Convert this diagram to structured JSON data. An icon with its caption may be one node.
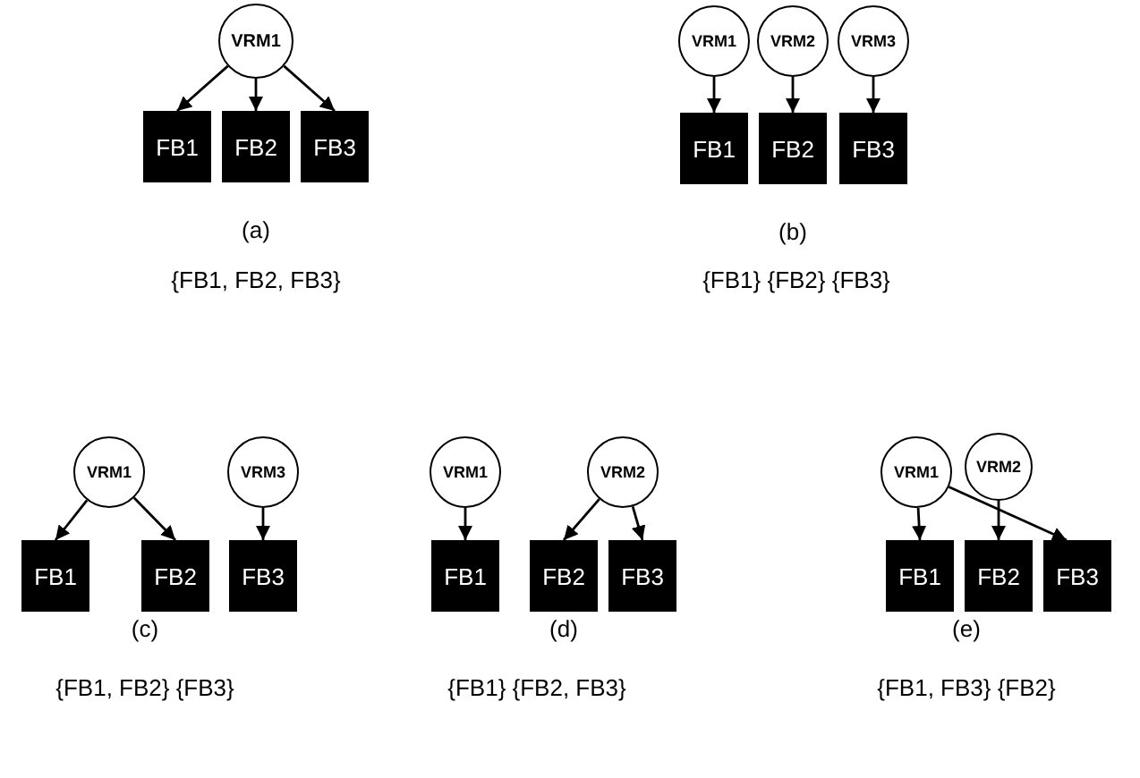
{
  "diagram": {
    "nodes": [
      {
        "text": [
          "VRM1"
        ]
      },
      {
        "text": [
          "FB1"
        ]
      },
      {
        "text": [
          "FB2"
        ]
      },
      {
        "text": [
          "FB3"
        ]
      },
      {
        "text": [
          "VRM1"
        ]
      },
      {
        "text": [
          "VRM2"
        ]
      },
      {
        "text": [
          "VRM3"
        ]
      },
      {
        "text": [
          "FB1"
        ]
      },
      {
        "text": [
          "FB2"
        ]
      },
      {
        "text": [
          "FB3"
        ]
      },
      {
        "text": [
          "VRM1"
        ]
      },
      {
        "text": [
          "VRM3"
        ]
      },
      {
        "text": [
          "FB1"
        ]
      },
      {
        "text": [
          "FB2"
        ]
      },
      {
        "text": [
          "FB3"
        ]
      },
      {
        "text": [
          "VRM1"
        ]
      },
      {
        "text": [
          "VRM2"
        ]
      },
      {
        "text": [
          "FB1"
        ]
      },
      {
        "text": [
          "FB2"
        ]
      },
      {
        "text": [
          "FB3"
        ]
      },
      {
        "text": [
          "VRM1"
        ]
      },
      {
        "text": [
          "VRM2"
        ]
      },
      {
        "text": [
          "FB1"
        ]
      },
      {
        "text": [
          "FB2"
        ]
      },
      {
        "text": [
          "FB3"
        ]
      }
    ],
    "edges": [
      {
        "from": 0,
        "to": 1,
        "arrow": "to"
      },
      {
        "from": 0,
        "to": 2,
        "arrow": "to"
      },
      {
        "from": 0,
        "to": 3,
        "arrow": "to"
      },
      {
        "from": 4,
        "to": 7,
        "arrow": "to"
      },
      {
        "from": 5,
        "to": 8,
        "arrow": "to"
      },
      {
        "from": 6,
        "to": 9,
        "arrow": "to"
      },
      {
        "from": 10,
        "to": 12,
        "arrow": "to"
      },
      {
        "from": 10,
        "to": 13,
        "arrow": "to"
      },
      {
        "from": 11,
        "to": 14,
        "arrow": "to"
      },
      {
        "from": 15,
        "to": 17,
        "arrow": "to"
      },
      {
        "from": 16,
        "to": 18,
        "arrow": "to"
      },
      {
        "from": 16,
        "to": 19,
        "arrow": "to"
      },
      {
        "from": 20,
        "to": 22,
        "arrow": "to"
      },
      {
        "from": 20,
        "to": 24,
        "arrow": "to"
      },
      {
        "from": 21,
        "to": 23,
        "arrow": "to"
      }
    ],
    "labels": [
      "(a)",
      "(b)",
      "{FB1, FB2, FB3}",
      "{FB1} {FB2} {FB3}",
      "(c)",
      "(d)",
      "(e)",
      "{FB1, FB2} {FB3}",
      "{FB1} {FB2, FB3}",
      "{FB1, FB3} {FB2}"
    ]
  }
}
